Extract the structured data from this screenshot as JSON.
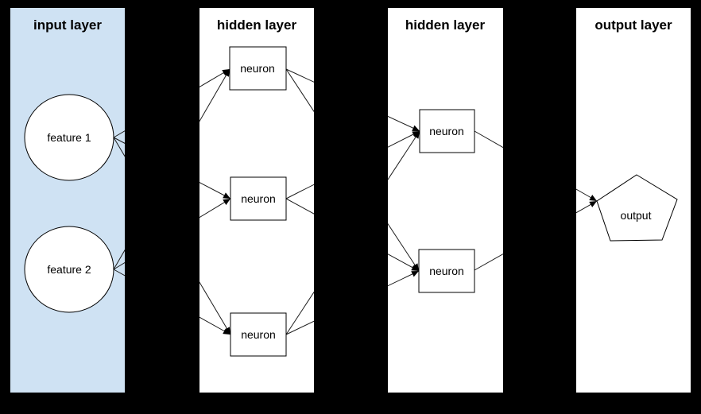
{
  "diagram": {
    "background_color": "#000000",
    "stroke_color": "#000000",
    "layers": [
      {
        "title": "input layer",
        "panel_color": "#cfe2f3",
        "nodes": [
          {
            "label": "feature 1",
            "shape": "circle"
          },
          {
            "label": "feature 2",
            "shape": "circle"
          }
        ]
      },
      {
        "title": "hidden layer",
        "panel_color": "#ffffff",
        "nodes": [
          {
            "label": "neuron",
            "shape": "rectangle"
          },
          {
            "label": "neuron",
            "shape": "rectangle"
          },
          {
            "label": "neuron",
            "shape": "rectangle"
          }
        ]
      },
      {
        "title": "hidden layer",
        "panel_color": "#ffffff",
        "nodes": [
          {
            "label": "neuron",
            "shape": "rectangle"
          },
          {
            "label": "neuron",
            "shape": "rectangle"
          }
        ]
      },
      {
        "title": "output layer",
        "panel_color": "#ffffff",
        "nodes": [
          {
            "label": "output",
            "shape": "pentagon"
          }
        ]
      }
    ],
    "connections": [
      "feature 1 -> neuron 1-1",
      "feature 1 -> neuron 1-2",
      "feature 1 -> neuron 1-3",
      "feature 2 -> neuron 1-1",
      "feature 2 -> neuron 1-2",
      "feature 2 -> neuron 1-3",
      "neuron 1-1 -> neuron 2-1",
      "neuron 1-1 -> neuron 2-2",
      "neuron 1-2 -> neuron 2-1",
      "neuron 1-2 -> neuron 2-2",
      "neuron 1-3 -> neuron 2-1",
      "neuron 1-3 -> neuron 2-2",
      "neuron 2-1 -> output",
      "neuron 2-2 -> output"
    ]
  }
}
